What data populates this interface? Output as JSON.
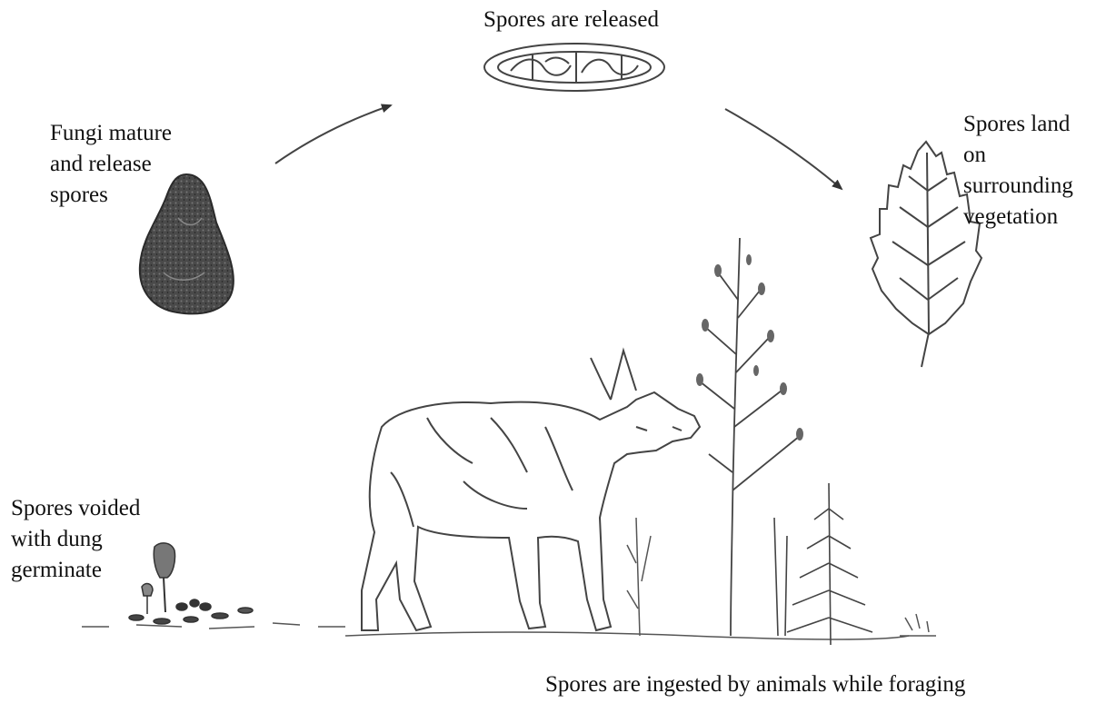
{
  "labels": {
    "spores_released": "Spores are released",
    "fungi_mature": [
      "Fungi mature",
      "and release",
      "spores"
    ],
    "spores_land": [
      "Spores land",
      "on",
      "surrounding",
      "vegetation"
    ],
    "spores_voided": [
      "Spores voided",
      "with dung",
      "germinate"
    ],
    "spores_ingested": "Spores are ingested by animals while foraging"
  },
  "colors": {
    "ink": "#222222",
    "truffle": "#3a3a3a",
    "background": "#ffffff"
  }
}
